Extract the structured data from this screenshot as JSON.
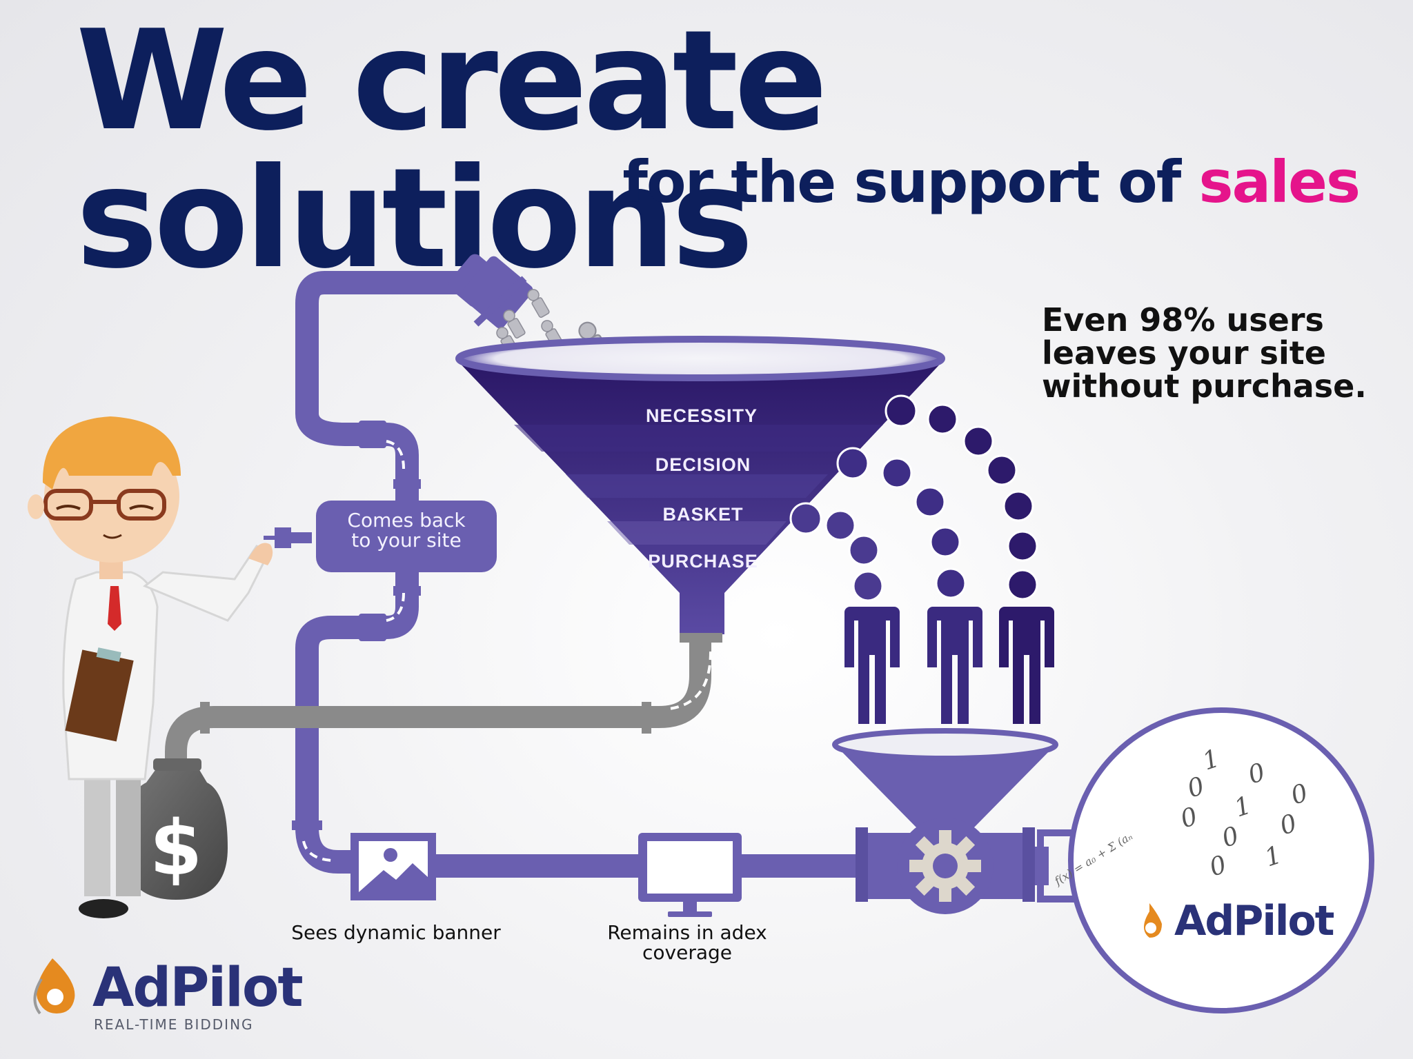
{
  "headline": "We create solutions",
  "subline": {
    "text": "for the support of",
    "accent": "sales"
  },
  "stat_lines": [
    "Even 98% users",
    "leaves your site",
    "without purchase."
  ],
  "funnel_stages": [
    "NECESSITY",
    "DECISION",
    "BASKET",
    "PURCHASE"
  ],
  "steps": {
    "comes_back": [
      "Comes back",
      "to your site"
    ],
    "banner": "Sees dynamic banner",
    "adex": [
      "Remains in adex",
      "coverage"
    ]
  },
  "logo": {
    "name": "AdPilot",
    "tagline": "REAL-TIME BIDDING"
  },
  "circle_logo": "AdPilot",
  "binary_digits": [
    "1",
    "0",
    "0",
    "0",
    "0",
    "1",
    "0",
    "0",
    "0",
    "1"
  ],
  "formula": "f(x) = a₀ + Σ (aₙ",
  "icons": [
    "dollar-sack-icon",
    "image-banner-icon",
    "monitor-icon",
    "gear-icon",
    "person-icon",
    "flame-logo-icon"
  ],
  "colors": {
    "navy": "#0d1f5c",
    "accent_pink": "#e5148b",
    "purple": "#6a5fb0",
    "dark_purple": "#2d1a6b",
    "gray_pipe": "#8a8a8a"
  }
}
